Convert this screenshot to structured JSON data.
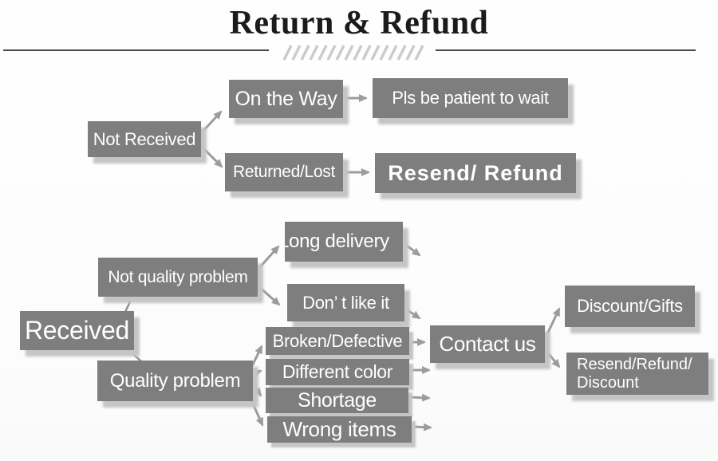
{
  "title": "Return & Refund",
  "nodes": {
    "not_received": "Not Received",
    "on_the_way": "On the Way",
    "pls_wait": "Pls be patient to wait",
    "returned_lost": "Returned/Lost",
    "resend_refund": "Resend/ Refund",
    "received": "Received",
    "not_quality_problem": "Not quality problem",
    "long_delivery": "Long delivery",
    "dont_like_it": "Don’ t like it",
    "quality_problem": "Quality problem",
    "broken_defective": "Broken/Defective",
    "different_color": "Different color",
    "shortage": "Shortage",
    "wrong_items": "Wrong items",
    "contact_us": "Contact us",
    "discount_gifts": "Discount/Gifts",
    "resend_refund_discount": "Resend/Refund/\nDiscount"
  },
  "colors": {
    "box": "#7e7e7e",
    "box_text": "#ffffff",
    "arrow": "#9c9c9c",
    "connector": "#8f8f8f",
    "title_text": "#1b1b1b",
    "divider": "#4a4a4a",
    "hatch": "#cbcbcb",
    "shadow": "#c5c5c5"
  }
}
